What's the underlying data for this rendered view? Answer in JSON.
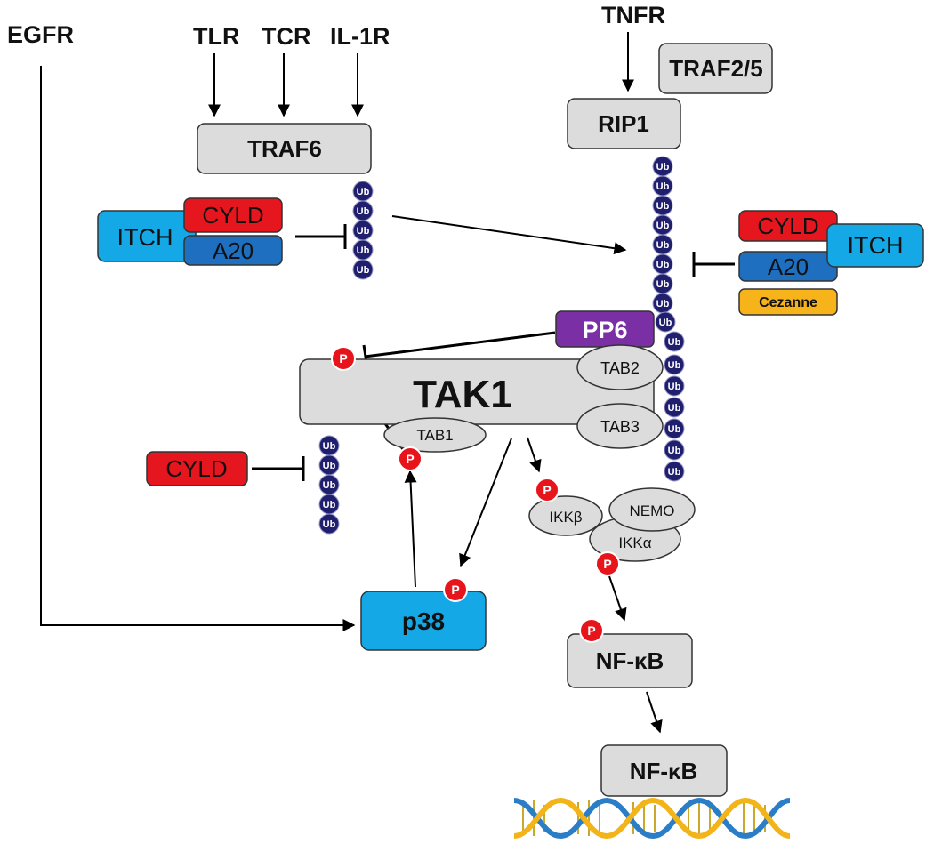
{
  "colors": {
    "node_gray": "#dcdcdc",
    "cyld_red": "#e5161d",
    "a20_blue": "#1e6fc0",
    "itch_cyan": "#14a9e6",
    "cezanne_orange": "#f7b31a",
    "pp6_purple": "#7a2fa5",
    "p38_cyan": "#14a9e6",
    "ub_navy": "#1f1f6e",
    "phospho_red": "#e8141c"
  },
  "receptors": {
    "egfr": "EGFR",
    "tlr": "TLR",
    "tcr": "TCR",
    "il1r": "IL-1R",
    "tnfr": "TNFR"
  },
  "nodes": {
    "traf6": "TRAF6",
    "traf25": "TRAF2/5",
    "rip1": "RIP1",
    "tak1": "TAK1",
    "tab1": "TAB1",
    "tab2": "TAB2",
    "tab3": "TAB3",
    "pp6": "PP6",
    "ikkb": "IKKβ",
    "nemo": "NEMO",
    "ikka": "IKKα",
    "p38": "p38",
    "nfkb_cyto": "NF-κB",
    "nfkb_nuc": "NF-κB"
  },
  "regulators": {
    "left_cyld": "CYLD",
    "left_a20": "A20",
    "left_itch": "ITCH",
    "right_cyld": "CYLD",
    "right_a20": "A20",
    "right_itch": "ITCH",
    "cezanne": "Cezanne",
    "tab1_cyld": "CYLD"
  },
  "marks": {
    "ubiquitin": "Ub",
    "phospho": "P"
  },
  "icons": {
    "dna": "dna-helix-icon"
  }
}
